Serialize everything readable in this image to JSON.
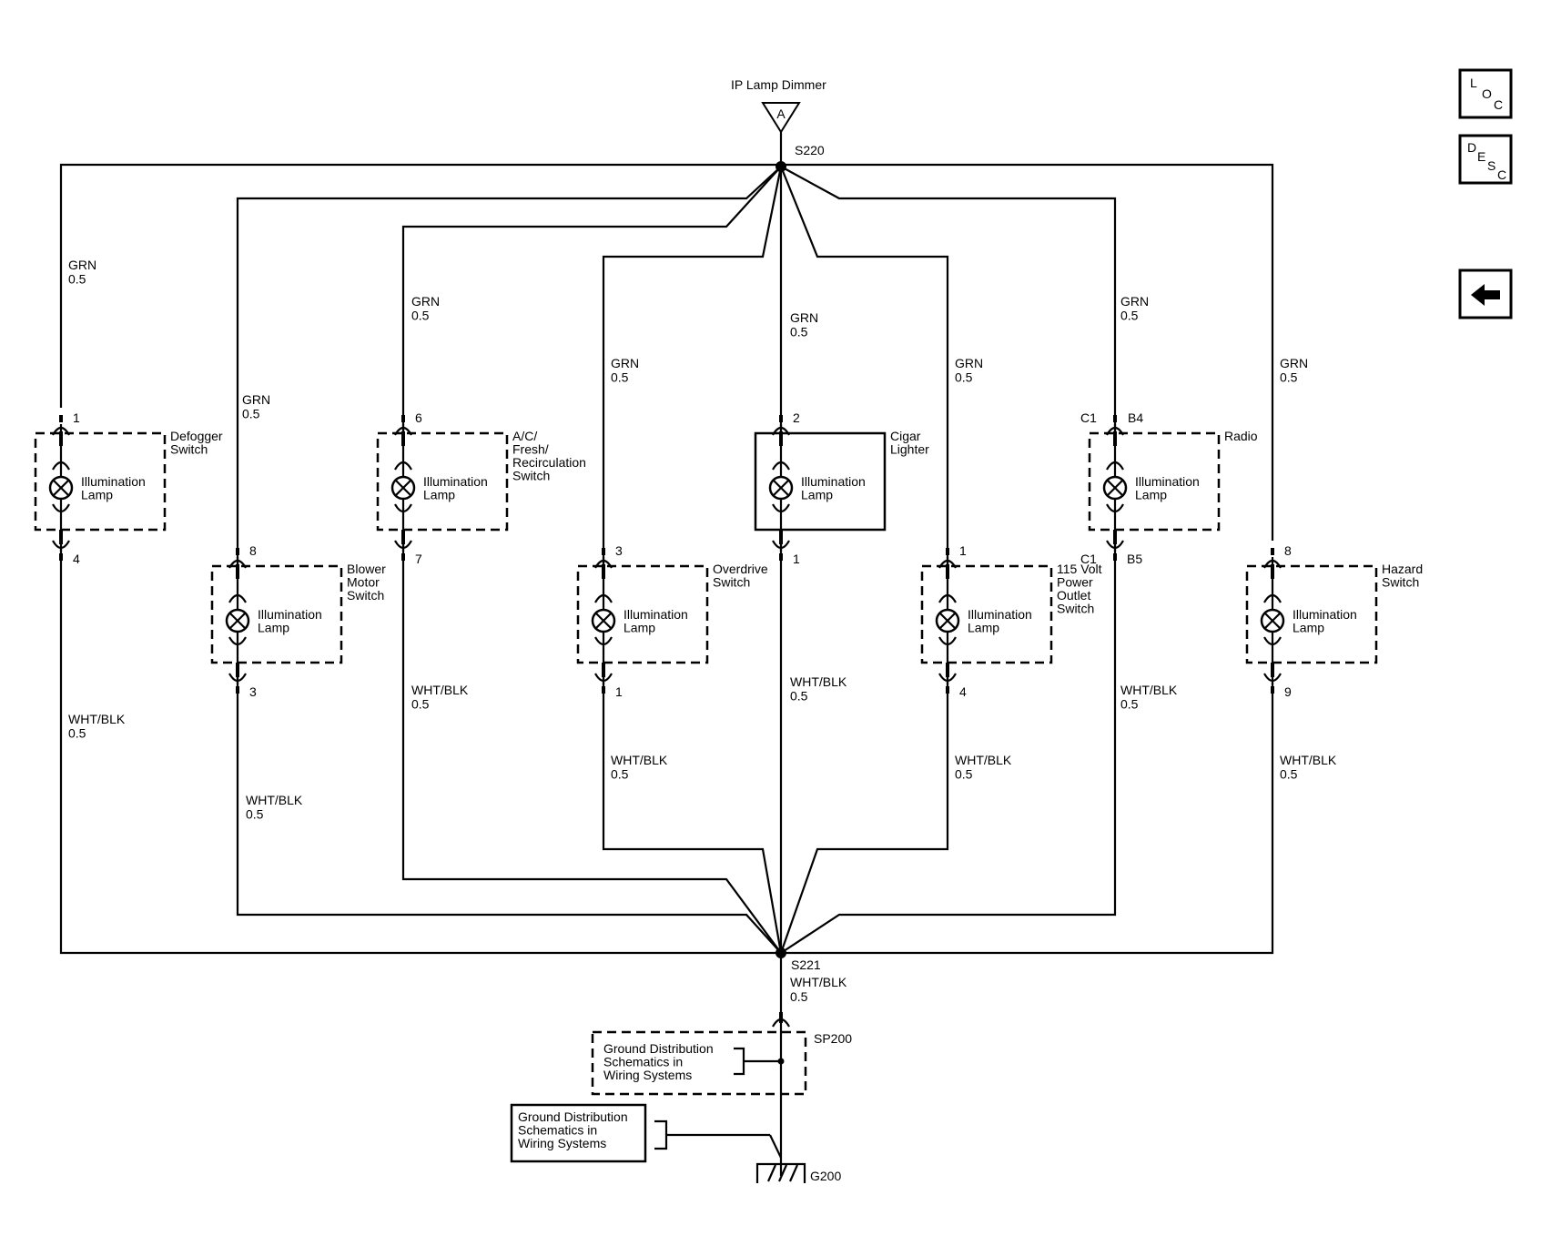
{
  "top_source": {
    "label": "IP Lamp Dimmer",
    "letter": "A"
  },
  "splices": {
    "top": "S220",
    "bottom": "S221",
    "sp": "SP200",
    "ground": "G200"
  },
  "wire_top": {
    "color": "GRN",
    "gauge": "0.5"
  },
  "wire_bottom": {
    "color": "WHT/BLK",
    "gauge": "0.5"
  },
  "components": [
    {
      "name": "Defogger Switch",
      "name_lines": [
        "Defogger",
        "Switch"
      ],
      "lamp_lines": [
        "Illumination",
        "Lamp"
      ],
      "pin_top": "1",
      "pin_bottom": "4",
      "style": "dashed"
    },
    {
      "name": "Blower Motor Switch",
      "name_lines": [
        "Blower",
        "Motor",
        "Switch"
      ],
      "lamp_lines": [
        "Illumination",
        "Lamp"
      ],
      "pin_top": "8",
      "pin_bottom": "3",
      "style": "dashed"
    },
    {
      "name": "A/C/Fresh/Recirculation Switch",
      "name_lines": [
        "A/C/",
        "Fresh/",
        "Recirculation",
        "Switch"
      ],
      "lamp_lines": [
        "Illumination",
        "Lamp"
      ],
      "pin_top": "6",
      "pin_bottom": "7",
      "style": "dashed"
    },
    {
      "name": "Overdrive Switch",
      "name_lines": [
        "Overdrive",
        "Switch"
      ],
      "lamp_lines": [
        "Illumination",
        "Lamp"
      ],
      "pin_top": "3",
      "pin_bottom": "1",
      "style": "dashed"
    },
    {
      "name": "Cigar Lighter",
      "name_lines": [
        "Cigar",
        "Lighter"
      ],
      "lamp_lines": [
        "Illumination",
        "Lamp"
      ],
      "pin_top": "2",
      "pin_bottom": "1",
      "style": "solid"
    },
    {
      "name": "115 Volt Power Outlet Switch",
      "name_lines": [
        "115 Volt",
        "Power",
        "Outlet",
        "Switch"
      ],
      "lamp_lines": [
        "Illumination",
        "Lamp"
      ],
      "pin_top": "1",
      "pin_bottom": "4",
      "style": "dashed"
    },
    {
      "name": "Radio",
      "name_lines": [
        "Radio"
      ],
      "lamp_lines": [
        "Illumination",
        "Lamp"
      ],
      "pin_top": "B4",
      "pin_bottom": "B5",
      "connector_top": "C1",
      "connector_bottom": "C1",
      "style": "dashed"
    },
    {
      "name": "Hazard Switch",
      "name_lines": [
        "Hazard",
        "Switch"
      ],
      "lamp_lines": [
        "Illumination",
        "Lamp"
      ],
      "pin_top": "8",
      "pin_bottom": "9",
      "style": "dashed"
    }
  ],
  "ground_refs": [
    {
      "lines": [
        "Ground Distribution",
        "Schematics in",
        "Wiring Systems"
      ]
    },
    {
      "lines": [
        "Ground Distribution",
        "Schematics in",
        "Wiring Systems"
      ]
    }
  ],
  "nav": [
    {
      "name": "loc-button",
      "letters": [
        "L",
        "O",
        "C"
      ]
    },
    {
      "name": "desc-button",
      "letters": [
        "D",
        "E",
        "S",
        "C"
      ]
    },
    {
      "name": "back-button",
      "icon": "left-arrow-icon"
    }
  ]
}
